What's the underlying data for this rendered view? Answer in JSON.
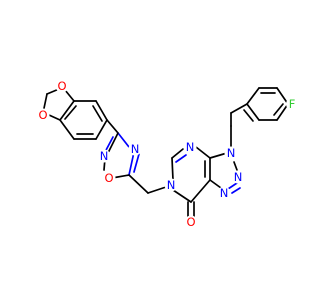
{
  "molecule": {
    "colors": {
      "carbon_bond": "#000000",
      "oxygen": "#ff0000",
      "nitrogen": "#0000ff",
      "fluorine": "#33cc33"
    },
    "atom_labels": {
      "o_dioxole_top": "O",
      "o_dioxole_bottom": "O",
      "n_oxadiazole_3": "N",
      "n_oxadiazole_2": "N",
      "o_oxadiazole_1": "O",
      "n_pyrimidine_5": "N",
      "n_pyrimidine_6": "N",
      "n_triazole_3": "N",
      "n_triazole_2": "N",
      "n_triazole_1": "N",
      "o_carbonyl": "O",
      "f_fluoro": "F"
    }
  }
}
